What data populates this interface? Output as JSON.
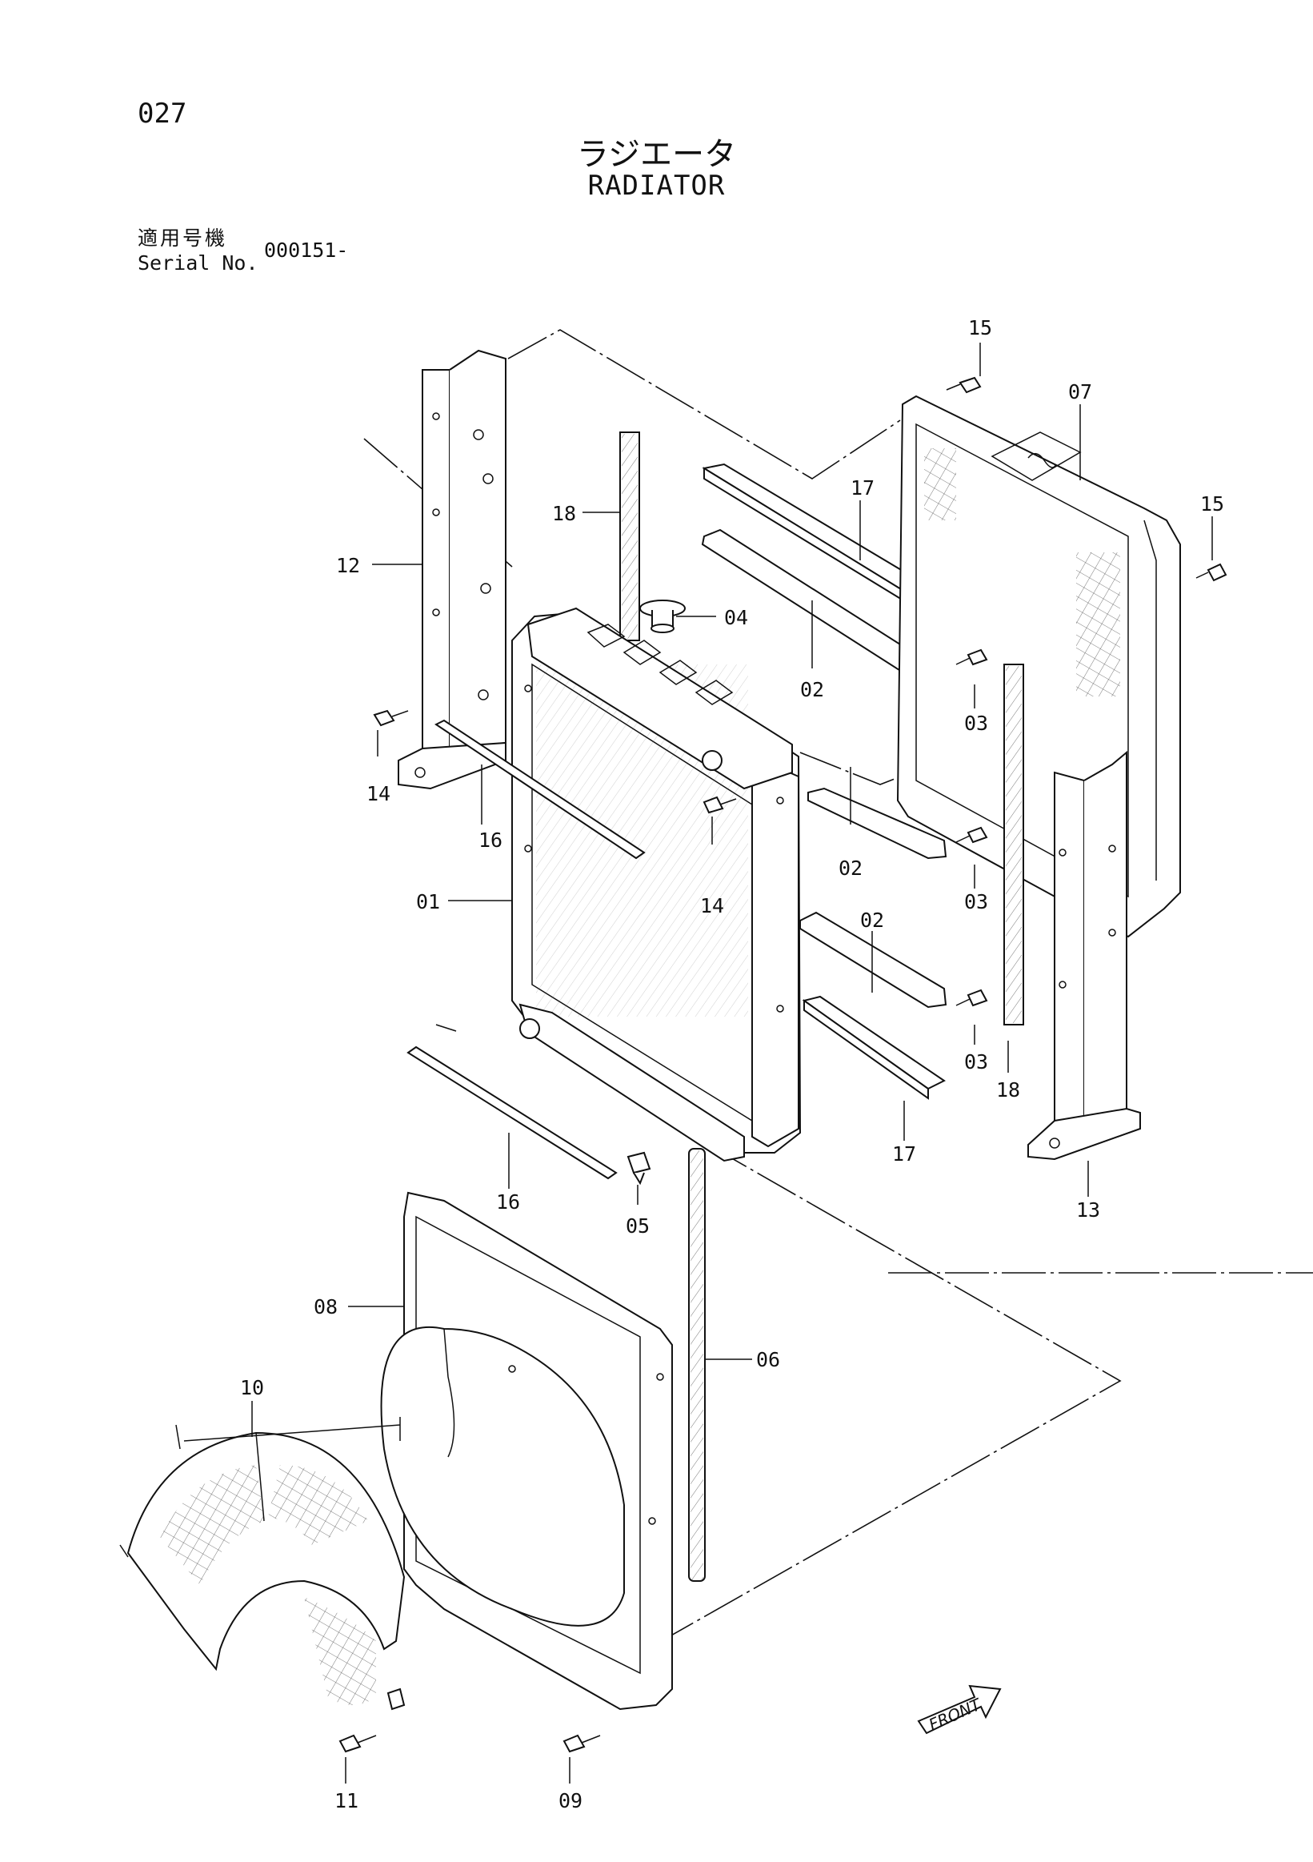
{
  "page": {
    "number": "027",
    "title_jp": "ラジエータ",
    "title_en": "RADIATOR",
    "serial_label_jp": "適用号機",
    "serial_label_en": "Serial No.",
    "serial_value": "000151-"
  },
  "callouts": {
    "p01": "01",
    "p02a": "02",
    "p02b": "02",
    "p02c": "02",
    "p03a": "03",
    "p03b": "03",
    "p03c": "03",
    "p04": "04",
    "p05": "05",
    "p06": "06",
    "p07": "07",
    "p08": "08",
    "p09": "09",
    "p10": "10",
    "p11": "11",
    "p12": "12",
    "p13": "13",
    "p14a": "14",
    "p14b": "14",
    "p15a": "15",
    "p15b": "15",
    "p16a": "16",
    "p16b": "16",
    "p17a": "17",
    "p17b": "17",
    "p18a": "18",
    "p18b": "18"
  },
  "front_marker": "FRONT"
}
